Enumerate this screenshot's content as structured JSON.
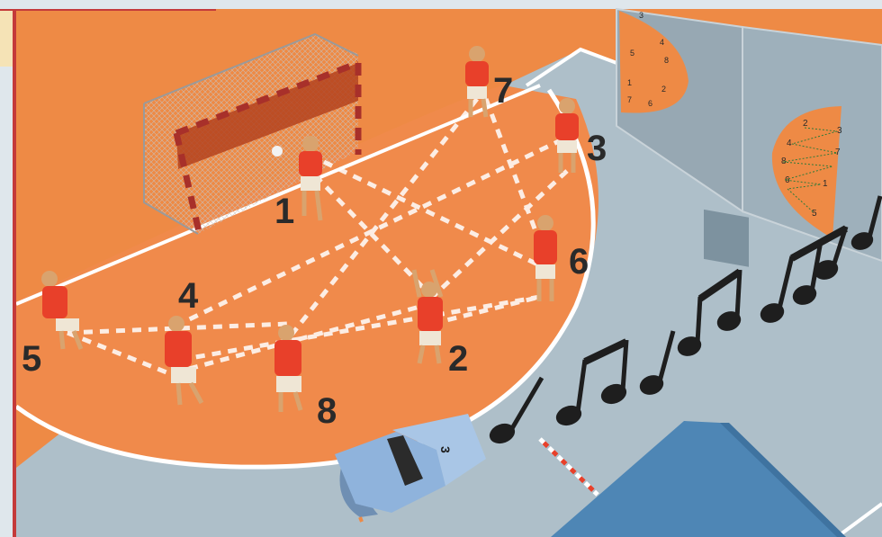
{
  "players": {
    "p1": "1",
    "p2": "2",
    "p3": "3",
    "p4": "4",
    "p5": "5",
    "p6": "6",
    "p7": "7",
    "p8": "8"
  },
  "whistle_label": "3",
  "whiteboard_left": {
    "n1": "3",
    "n2": "5",
    "n3": "4",
    "n4": "8",
    "n5": "1",
    "n6": "2",
    "n7": "7",
    "n8": "6"
  },
  "whiteboard_right": {
    "n1": "2",
    "n2": "3",
    "n3": "4",
    "n4": "7",
    "n5": "8",
    "n6": "6",
    "n7": "1",
    "n8": "5"
  },
  "colors": {
    "court_orange": "#ee8a45",
    "area_orange": "#f08a4b",
    "floor_grey": "#aebfc9",
    "jersey_red": "#e8402a",
    "goal_red": "#a8302a",
    "mat_blue": "#4e86b5",
    "whistle_blue": "#8fb3dc",
    "border_red": "#c43a3a"
  },
  "icons": [
    "music-note-icon",
    "whistle-icon",
    "handball-goal-icon",
    "whiteboard-icon"
  ]
}
